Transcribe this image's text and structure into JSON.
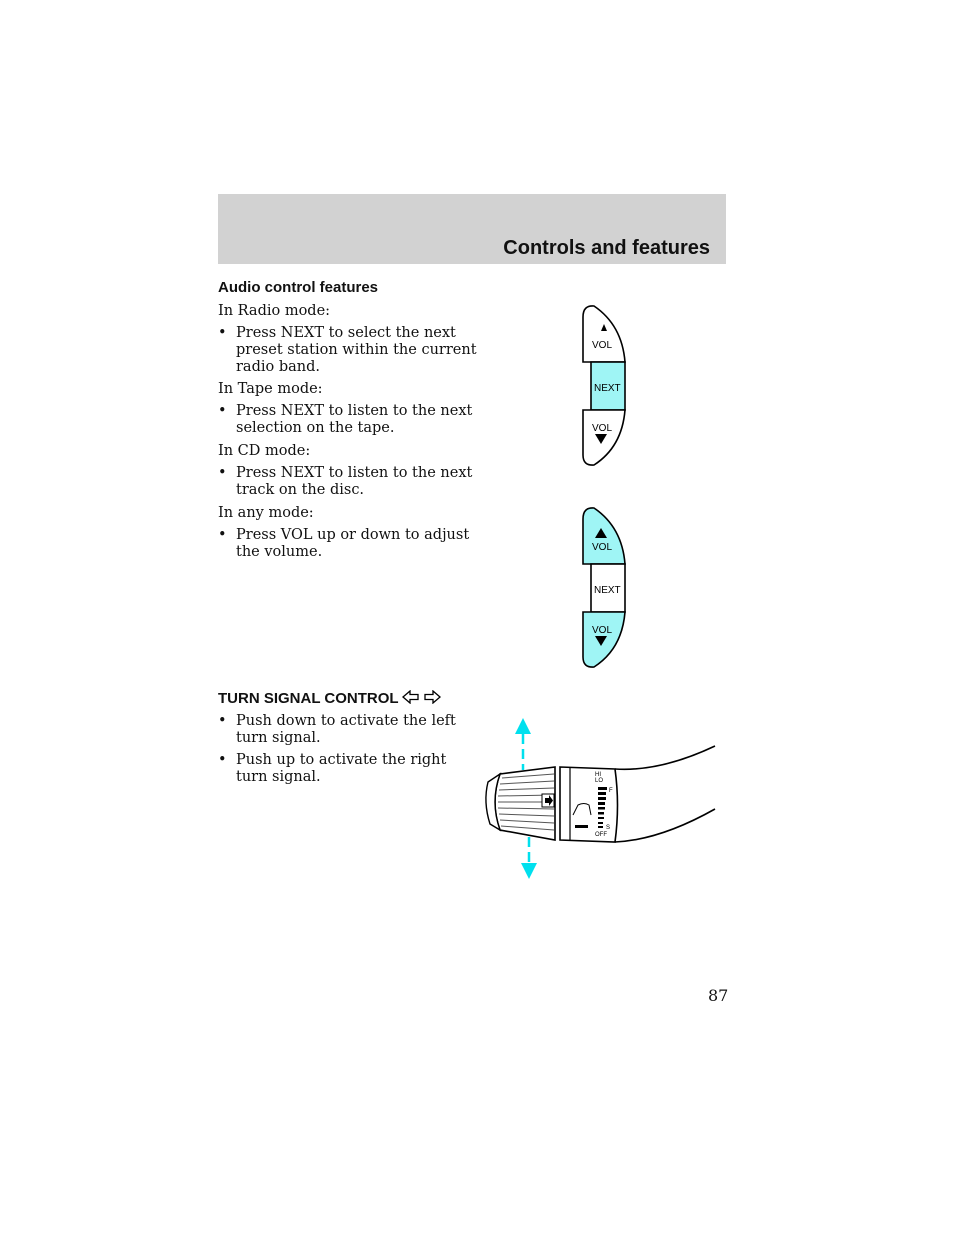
{
  "header": {
    "title": "Controls and features"
  },
  "audio": {
    "heading": "Audio control features",
    "radio_mode": "In Radio mode:",
    "radio_bullet": "Press NEXT to select the next preset station within the current radio band.",
    "tape_mode": "In Tape mode:",
    "tape_bullet": "Press NEXT to listen to the next selection on the tape.",
    "cd_mode": "In CD mode:",
    "cd_bullet": "Press NEXT to listen to the next track on the disc.",
    "any_mode": "In any mode:",
    "any_bullet": "Press VOL up or down to adjust the volume."
  },
  "diagram_buttons": {
    "vol": "VOL",
    "next": "NEXT",
    "highlight_color": "#9ff5f5"
  },
  "turn_signal": {
    "heading": "TURN SIGNAL CONTROL",
    "bullets": [
      "Push down to activate the left turn signal.",
      "Push up to activate the right turn signal."
    ],
    "lever_labels": {
      "hi": "HI",
      "lo": "LO",
      "f": "F",
      "s": "S",
      "off": "OFF"
    },
    "arrow_color": "#00e0ee"
  },
  "bullet_char": "•",
  "page_number": "87"
}
